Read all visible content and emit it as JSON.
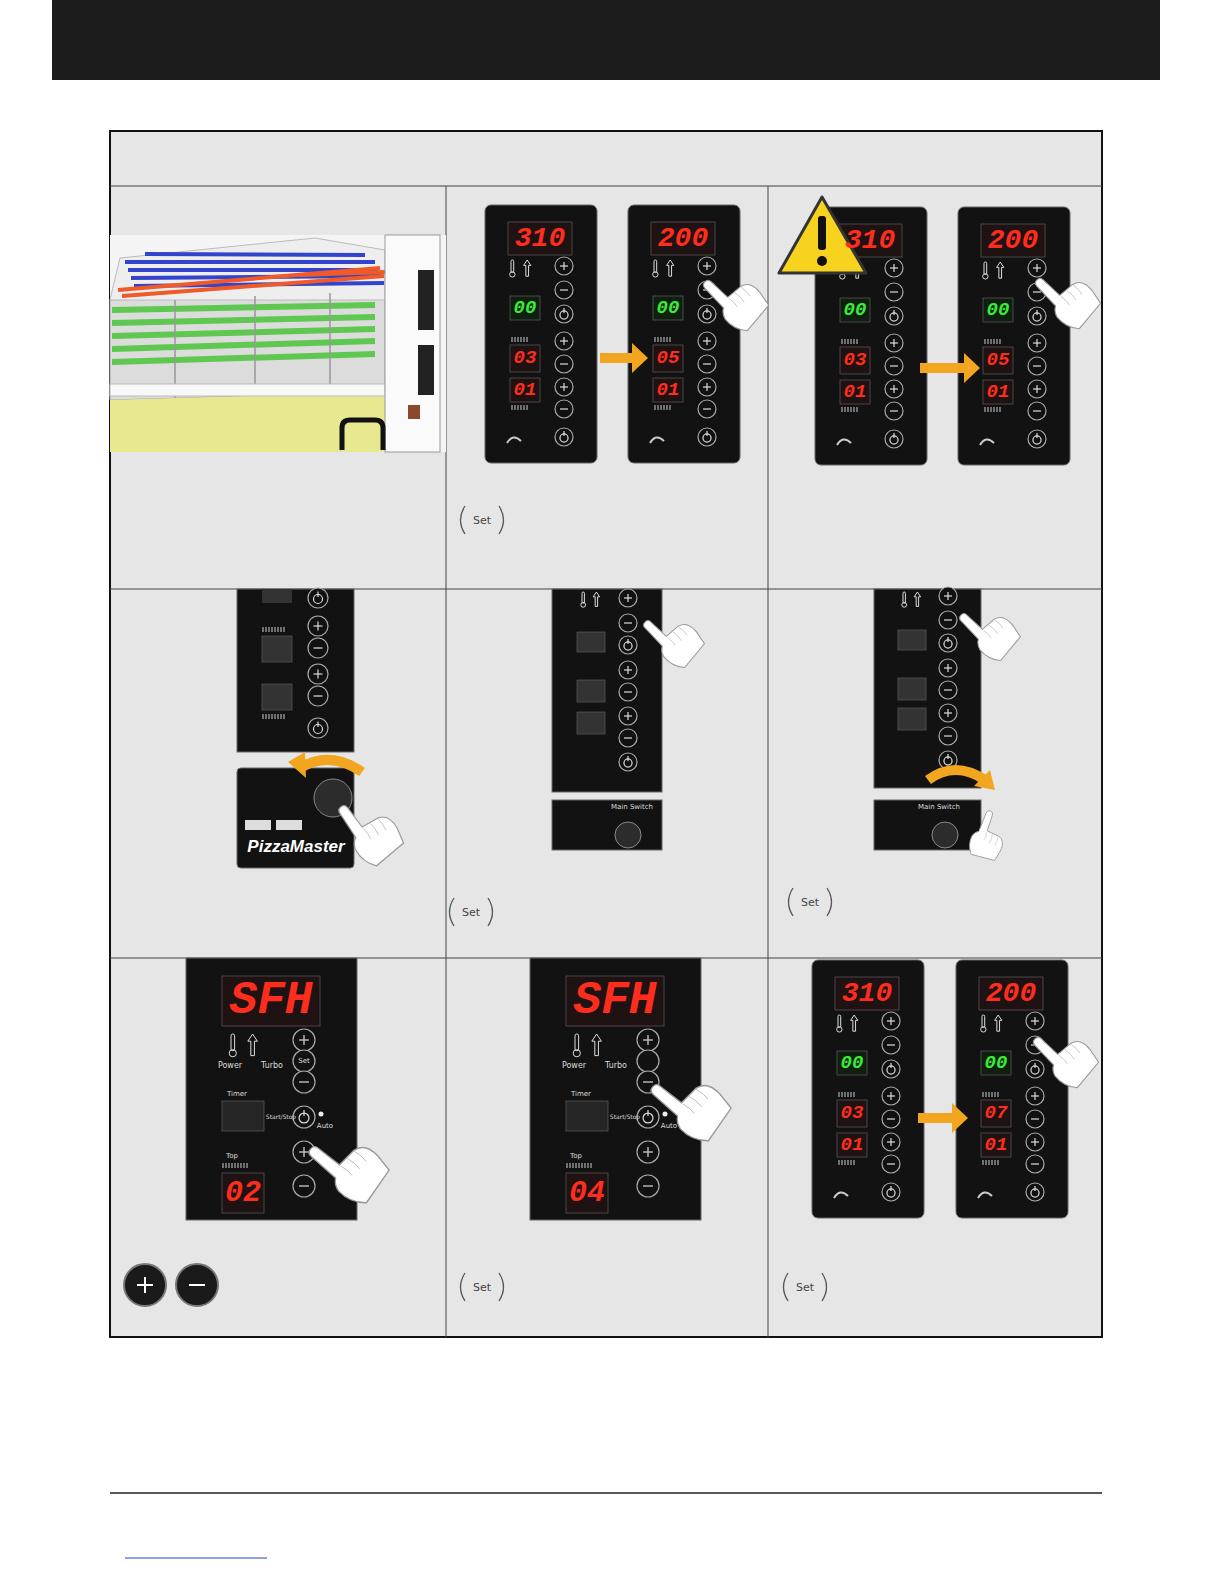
{
  "diagram": {
    "labels": [
      "310",
      "00",
      "03",
      "01",
      "200",
      "00",
      "05",
      "01",
      "Set",
      "310",
      "00",
      "03",
      "01",
      "200",
      "00",
      "05",
      "01",
      "PizzaMaster",
      "Main Switch",
      "Set",
      "Main Switch",
      "Set",
      "SFH",
      "Power",
      "Turbo",
      "Set",
      "Timer",
      "Start/Stop",
      "Auto",
      "Top",
      "02",
      "SFH",
      "Power",
      "Turbo",
      "Timer",
      "Start/Stop",
      "Auto",
      "Top",
      "04",
      "Set",
      "310",
      "00",
      "03",
      "01",
      "200",
      "00",
      "07",
      "01",
      "Set"
    ]
  }
}
